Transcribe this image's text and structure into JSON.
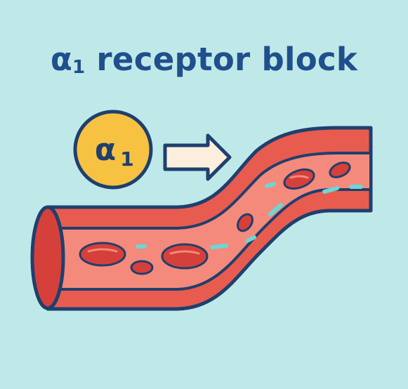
{
  "title": {
    "symbol": "α",
    "subscript": "1",
    "text": " receptor block"
  },
  "badge": {
    "symbol": "α",
    "subscript": "1"
  },
  "colors": {
    "background": "#bfe8e8",
    "title": "#1f4f8c",
    "outline": "#1f3f6e",
    "vessel_outer": "#e85c4f",
    "vessel_inner": "#f48a7b",
    "blood_cell": "#d6403a",
    "badge_fill": "#f7c242",
    "arrow_fill": "#fbeedd",
    "dash": "#6fd5d6"
  },
  "icons": [
    "alpha1-receptor-badge-icon",
    "arrow-right-icon",
    "blood-vessel-icon"
  ]
}
